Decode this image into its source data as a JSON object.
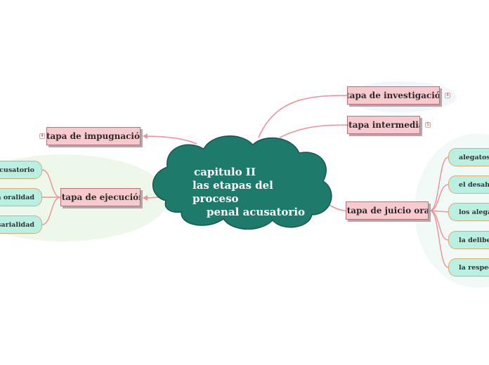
{
  "root": {
    "line1": "capitulo II",
    "line2": "las etapas del proceso",
    "line3": "penal acusatorio"
  },
  "topics": {
    "investigacion": {
      "label": "etapa de investigación",
      "badge": "4"
    },
    "intermedia": {
      "label": "etapa intermedia",
      "badge": "5"
    },
    "impugnacion": {
      "label": "etapa de impugnación",
      "badge": "4"
    },
    "ejecucion": {
      "label": "etapa de ejecución"
    },
    "juicio_oral": {
      "label": "etapa de juicio oral"
    }
  },
  "ejecucion_leaves": [
    "acusatorio",
    "la oralidad",
    "rsarialidad"
  ],
  "juicio_leaves": [
    "alegatos d",
    "el desahog",
    "los alegat",
    "la delibera",
    "la respect"
  ],
  "colors": {
    "cloud": "#1e7a6a",
    "topic_fill": "#f8c9cd",
    "leaf_fill": "#b9f0e1",
    "connector": "#ef8f96"
  }
}
